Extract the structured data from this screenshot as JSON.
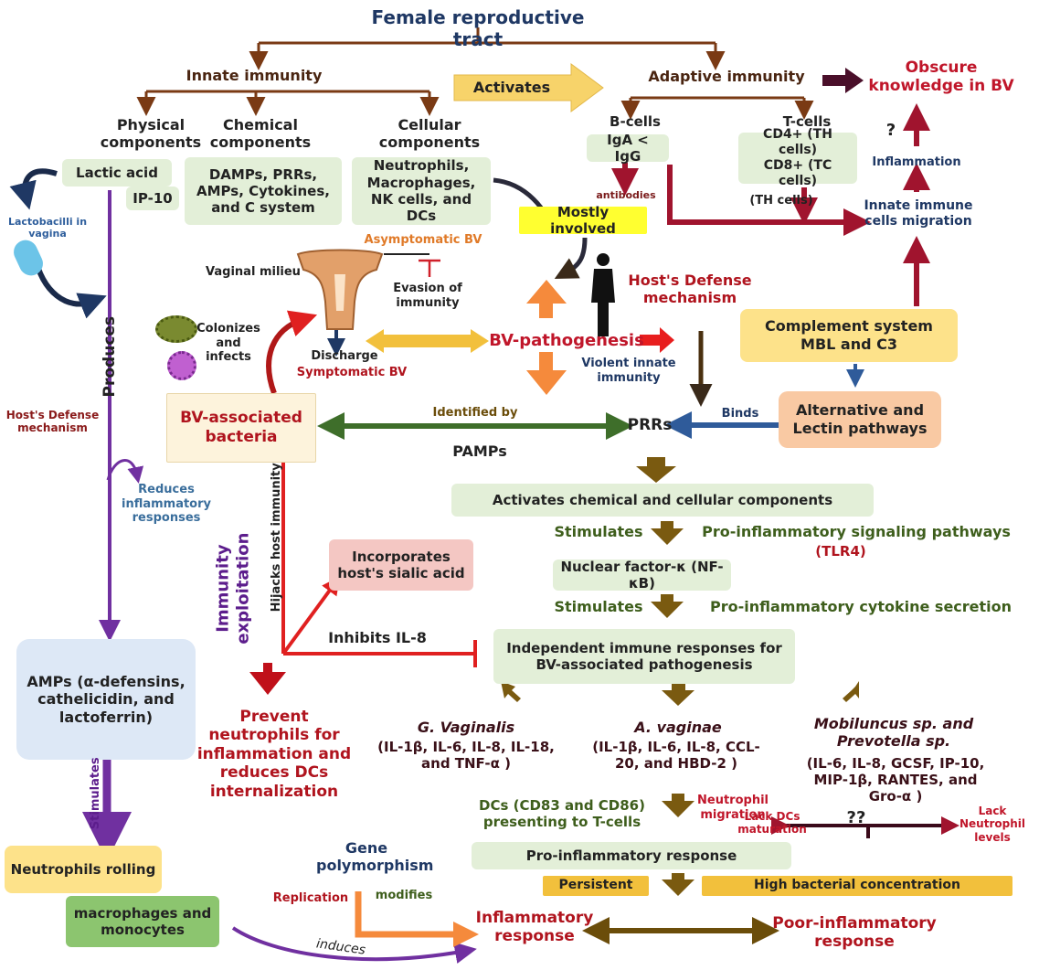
{
  "title": "Female reproductive tract",
  "colors": {
    "brown_arrow": "#7a3a14",
    "olive_arrow": "#7a5a10",
    "purple_line": "#7030a0",
    "red_line": "#e02020",
    "green_arrow": "#3e6e2a",
    "blue_arrow": "#2f5b9a",
    "orange_arrow": "#f58a3c",
    "gold_arrow": "#f2c03c",
    "maroon_arrow": "#a0142e",
    "navy_arrow": "#1f3864"
  },
  "innate": {
    "label": "Innate immunity",
    "physical": {
      "label": "Physical components",
      "lactic": "Lactic acid",
      "ip10": "IP-10"
    },
    "chemical": {
      "label": "Chemical components",
      "box": "DAMPs, PRRs, AMPs, Cytokines, and C system"
    },
    "cellular": {
      "label": "Cellular components",
      "box": "Neutrophils, Macrophages, NK cells, and DCs"
    }
  },
  "activates": "Activates",
  "adaptive": {
    "label": "Adaptive immunity",
    "bcells": "B-cells",
    "tcells": "T-cells",
    "igbox": "IgA < IgG",
    "cd4": "CD4+ (TH cells)",
    "cd8": "CD8+ (TC cells)",
    "antibodies": "antibodies",
    "thcells": "(TH cells)"
  },
  "obscure": "Obscure knowledge in BV",
  "question": "?",
  "inflammation": "Inflammation",
  "innate_migration": "Innate immune cells migration",
  "mostly_involved": "Mostly involved",
  "lactobacilli": "Lactobacilli in vagina",
  "produces": "Produces",
  "asymptomatic": "Asymptomatic BV",
  "vaginal_milieu": "Vaginal milieu",
  "evasion": "Evasion of immunity",
  "host_defense": "Host's Defense mechanism",
  "colonizes": "Colonizes and infects",
  "discharge": "Discharge",
  "symptomatic": "Symptomatic BV",
  "bv_pathogenesis": "BV-pathogenesis",
  "violent": "Violent innate immunity",
  "complement": "Complement system MBL and C3",
  "host_defense_small": "Host's Defense mechanism",
  "bv_bacteria": "BV-associated bacteria",
  "identified": "Identified by",
  "pamps": "PAMPs",
  "prrs": "PRRs",
  "binds": "Binds",
  "pathways": "Alternative and Lectin pathways",
  "reduces": "Reduces inflammatory responses",
  "activates_chem": "Activates chemical and cellular components",
  "stimulates1": "Stimulates",
  "pro_signaling": "Pro-inflammatory signaling pathways",
  "tlr4": "(TLR4)",
  "immunity_exploitation": "Immunity exploitation",
  "hijacks": "Hijacks host immunity",
  "incorporates": "Incorporates host's sialic acid",
  "nfkb": "Nuclear factor-κ (NF-κB)",
  "stimulates2": "Stimulates",
  "pro_cytokine": "Pro-inflammatory cytokine secretion",
  "inhibits": "Inhibits IL-8",
  "independent": "Independent immune responses for BV-associated pathogenesis",
  "amps": "AMPs (α-defensins, cathelicidin, and lactoferrin)",
  "prevent": "Prevent neutrophils for inflammation and reduces DCs internalization",
  "gvag_name": "G. Vaginalis",
  "gvag_list": "(IL-1β, IL-6, IL-8, IL-18, and TNF-α )",
  "avag_name": "A. vaginae",
  "avag_list": "(IL-1β, IL-6, IL-8, CCL-20, and HBD-2 )",
  "mob_name": "Mobiluncus sp. and Prevotella sp.",
  "mob_list": "(IL-6, IL-8, GCSF, IP-10, MIP-1β, RANTES, and Gro-α )",
  "stimulates3": "Stimulates",
  "dcs": "DCs (CD83 and CD86) presenting to T-cells",
  "neutrophil_migration": "Neutrophil migration",
  "neutrophils_rolling": "Neutrophils rolling",
  "gene": "Gene polymorphism",
  "lack_dcs": "Lack DCs maturation",
  "qq": "??",
  "lack_neutrophil": "Lack Neutrophil levels",
  "pro_response": "Pro-inflammatory response",
  "persistent": "Persistent",
  "high_bact": "High bacterial concentration",
  "replication": "Replication",
  "modifies": "modifies",
  "inflam_response": "Inflammatory response",
  "poor_response": "Poor-inflammatory response",
  "macrophages": "macrophages and monocytes",
  "induces": "induces"
}
